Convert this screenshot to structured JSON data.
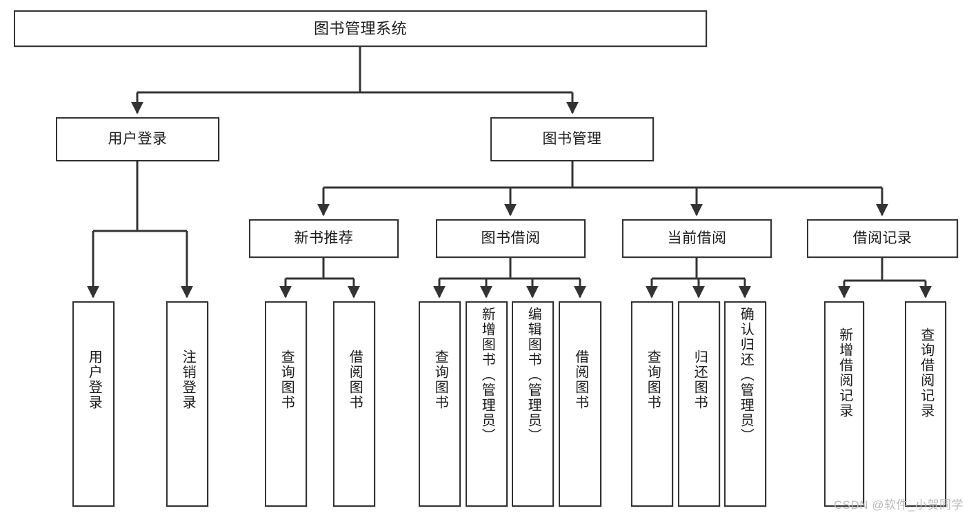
{
  "diagram": {
    "title": "图书管理系统",
    "type": "tree",
    "watermark": "CSDN @软件_小贺同学",
    "colors": {
      "box_border": "#333333",
      "box_fill": "#ffffff",
      "connector": "#333333",
      "text": "#1b1b1b",
      "watermark": "#b9b9b9",
      "background": "#ffffff"
    },
    "nodes": {
      "root": {
        "label": "图书管理系统"
      },
      "level2": [
        {
          "id": "user-login",
          "label": "用户登录"
        },
        {
          "id": "book-manage",
          "label": "图书管理"
        }
      ],
      "level3": [
        {
          "id": "new-book-recommend",
          "label": "新书推荐"
        },
        {
          "id": "book-borrow",
          "label": "图书借阅"
        },
        {
          "id": "current-borrow",
          "label": "当前借阅"
        },
        {
          "id": "borrow-record",
          "label": "借阅记录"
        }
      ],
      "leaves": [
        {
          "id": "leaf-user-login",
          "label": "用户登录",
          "parent": "user-login"
        },
        {
          "id": "leaf-logout",
          "label": "注销登录",
          "parent": "user-login"
        },
        {
          "id": "leaf-query-book-1",
          "label": "查询图书",
          "parent": "new-book-recommend"
        },
        {
          "id": "leaf-borrow-book-1",
          "label": "借阅图书",
          "parent": "new-book-recommend"
        },
        {
          "id": "leaf-query-book-2",
          "label": "查询图书",
          "parent": "book-borrow"
        },
        {
          "id": "leaf-add-book",
          "label": "新增图书（管理员）",
          "parent": "book-borrow"
        },
        {
          "id": "leaf-edit-book",
          "label": "编辑图书（管理员）",
          "parent": "book-borrow"
        },
        {
          "id": "leaf-borrow-book-2",
          "label": "借阅图书",
          "parent": "book-borrow"
        },
        {
          "id": "leaf-query-book-3",
          "label": "查询图书",
          "parent": "current-borrow"
        },
        {
          "id": "leaf-return-book",
          "label": "归还图书",
          "parent": "current-borrow"
        },
        {
          "id": "leaf-confirm-return",
          "label": "确认归还（管理员）",
          "parent": "current-borrow"
        },
        {
          "id": "leaf-add-borrow-record",
          "label": "新增借阅记录",
          "parent": "borrow-record"
        },
        {
          "id": "leaf-query-borrow-record",
          "label": "查询借阅记录",
          "parent": "borrow-record"
        }
      ]
    }
  }
}
